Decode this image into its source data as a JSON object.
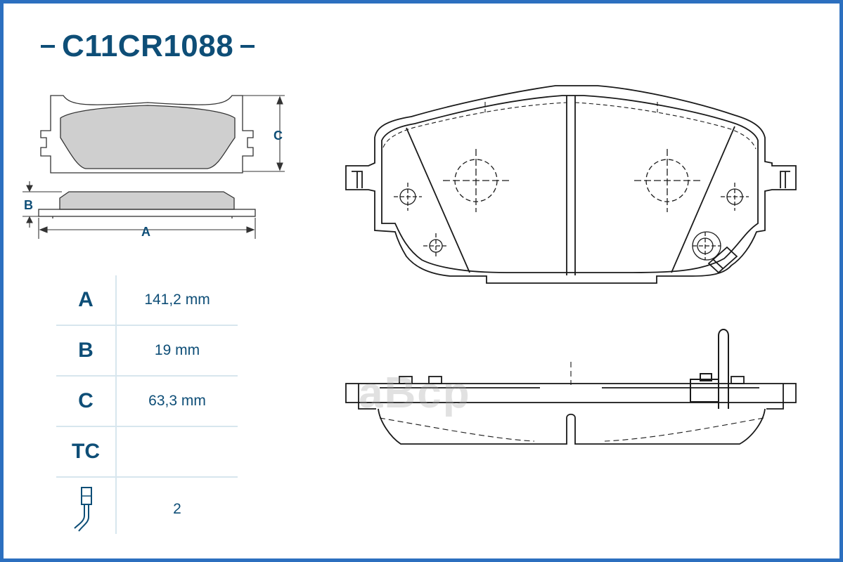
{
  "title": "C11CR1088",
  "dim_labels": {
    "a": "A",
    "b": "B",
    "c": "C"
  },
  "specs": [
    {
      "key": "A",
      "value": "141,2 mm"
    },
    {
      "key": "B",
      "value": "19 mm"
    },
    {
      "key": "C",
      "value": "63,3 mm"
    },
    {
      "key": "TC",
      "value": ""
    },
    {
      "key": "sensor-wire-icon",
      "value": "2"
    }
  ],
  "watermark": "aBcp",
  "colors": {
    "brand": "#0e4e77",
    "frame": "#2c6fbf",
    "line": "#1a1a1a",
    "pad_fill": "#cfcfcf",
    "grid": "#d7e6ee"
  }
}
